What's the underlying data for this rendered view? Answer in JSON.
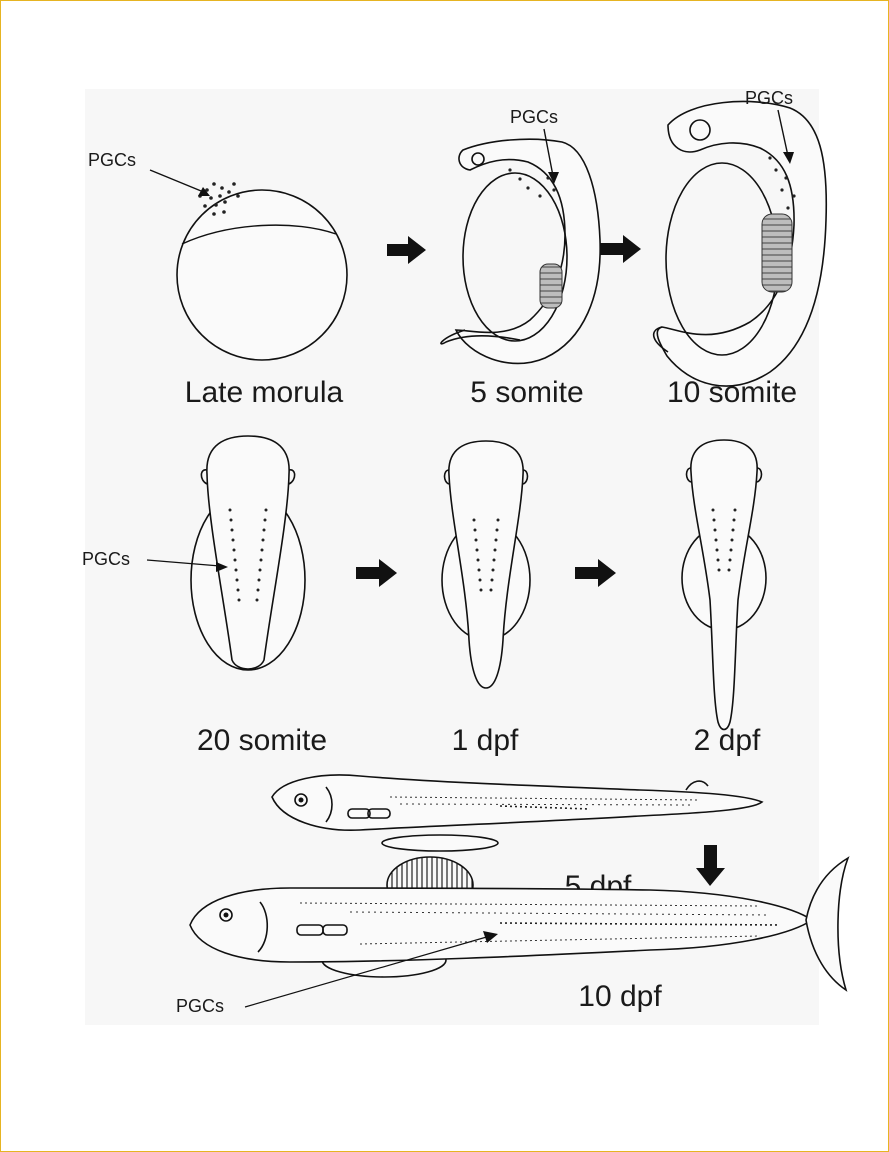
{
  "figure": {
    "annotation_label": "PGCs",
    "stages": [
      {
        "id": "late-morula",
        "label": "Late morula"
      },
      {
        "id": "5-somite",
        "label": "5 somite"
      },
      {
        "id": "10-somite",
        "label": "10 somite"
      },
      {
        "id": "20-somite",
        "label": "20 somite"
      },
      {
        "id": "1-dpf",
        "label": "1 dpf"
      },
      {
        "id": "2-dpf",
        "label": "2 dpf"
      },
      {
        "id": "5-dpf",
        "label": "5 dpf"
      },
      {
        "id": "10-dpf",
        "label": "10 dpf"
      }
    ]
  }
}
